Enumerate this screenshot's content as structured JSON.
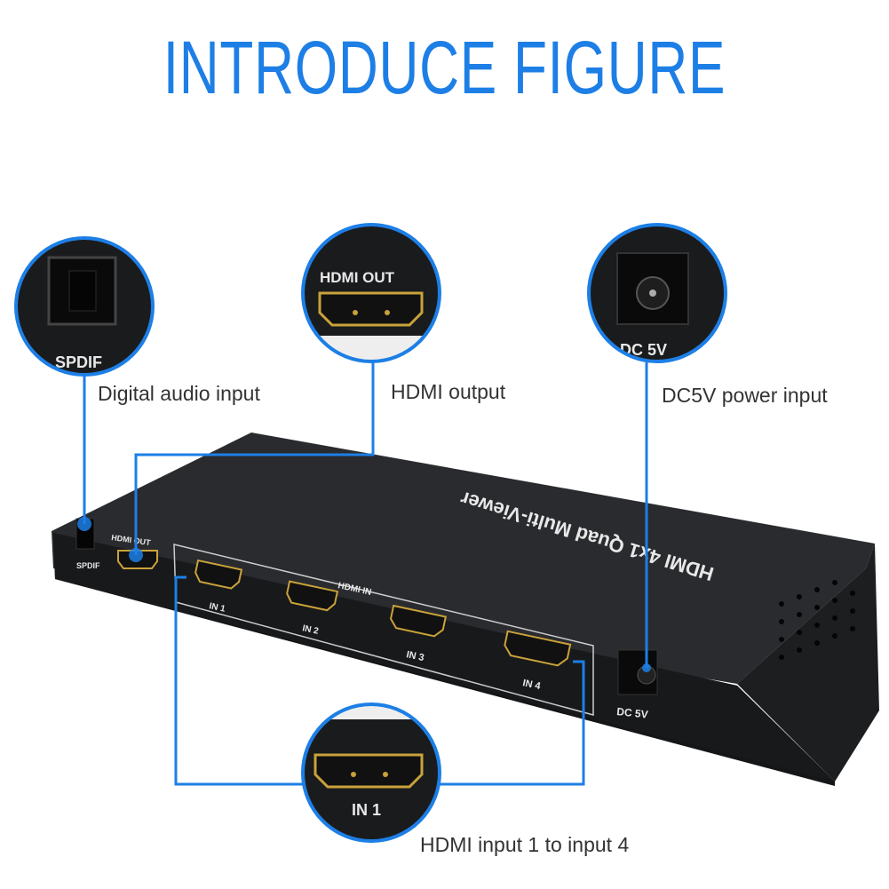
{
  "title": "INTRODUCE FIGURE",
  "accent_color": "#1d7fe6",
  "callouts": {
    "spdif": {
      "label": "Digital audio input",
      "port_text": "SPDIF"
    },
    "hdmi_out": {
      "label": "HDMI output",
      "port_text": "HDMI OUT"
    },
    "dc": {
      "label": "DC5V power input",
      "port_text": "DC 5V"
    },
    "hdmi_in": {
      "label": "HDMI input 1 to input 4",
      "port_text": "IN 1"
    }
  },
  "device": {
    "top_text": "HDMI 4x1 Quad Multi-Viewer",
    "spdif": "SPDIF",
    "hdmi_out": "HDMI OUT",
    "hdmi_in_group": "HDMI IN",
    "inputs": [
      "IN 1",
      "IN 2",
      "IN 3",
      "IN 4"
    ],
    "dc": "DC 5V"
  }
}
